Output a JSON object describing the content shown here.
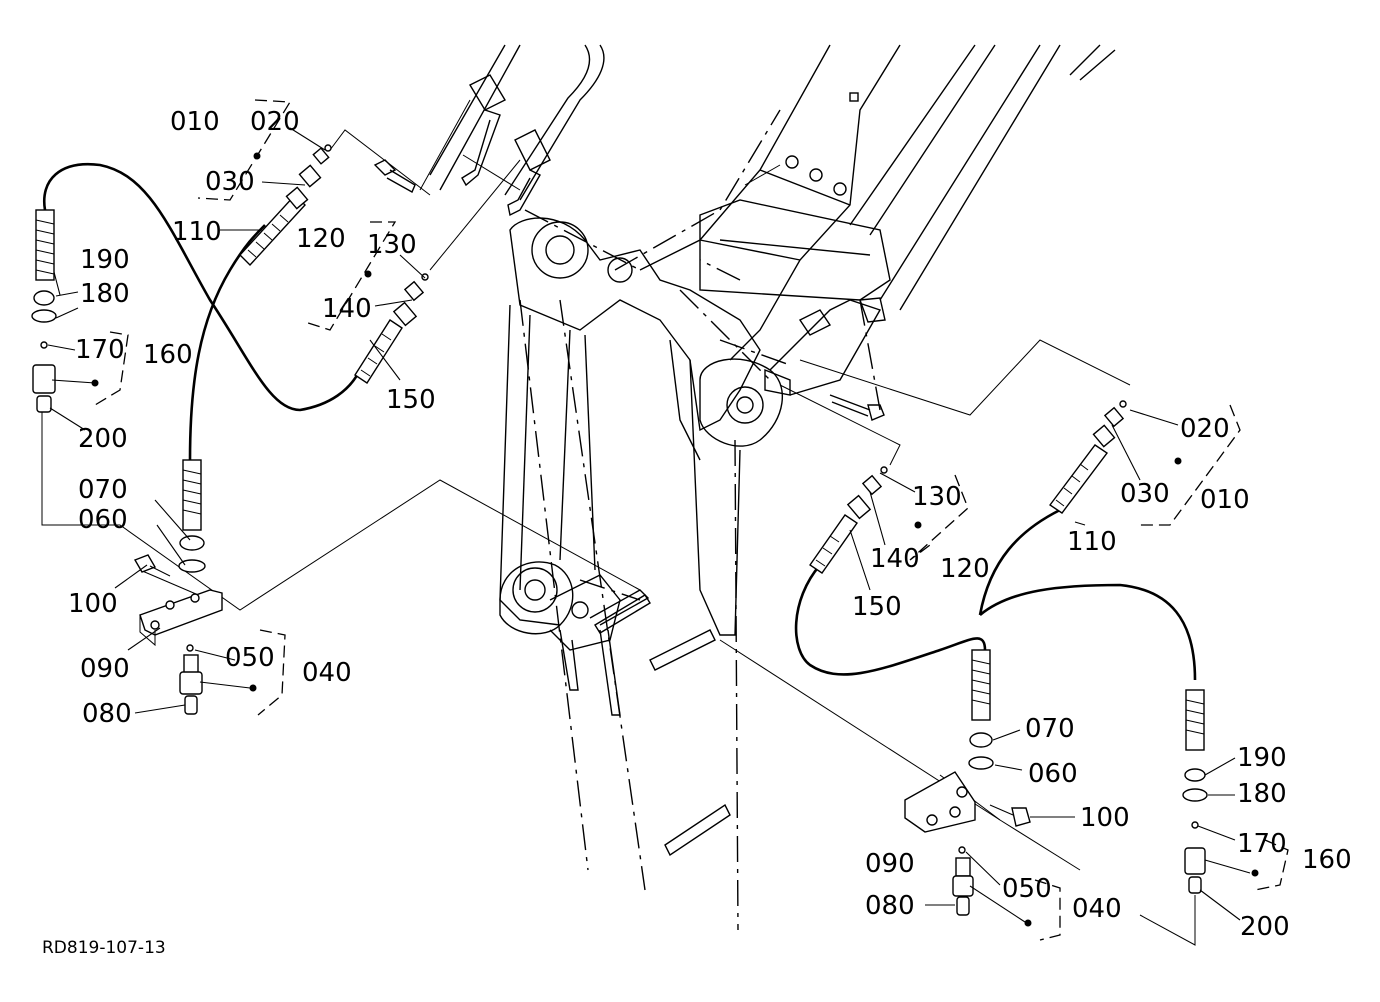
{
  "drawing_code": "RD819-107-13",
  "labels_left": {
    "p010": "010",
    "p020": "020",
    "p030": "030",
    "p110": "110",
    "p120": "120",
    "p130": "130",
    "p140": "140",
    "p150": "150",
    "p190": "190",
    "p180": "180",
    "p170": "170",
    "p160": "160",
    "p200": "200",
    "p070": "070",
    "p060": "060",
    "p100": "100",
    "p090": "090",
    "p050": "050",
    "p040": "040",
    "p080": "080"
  },
  "labels_right": {
    "p020": "020",
    "p030": "030",
    "p010": "010",
    "p130": "130",
    "p140": "140",
    "p120": "120",
    "p110": "110",
    "p150": "150",
    "p070": "070",
    "p060": "060",
    "p100": "100",
    "p190": "190",
    "p180": "180",
    "p170": "170",
    "p160": "160",
    "p090": "090",
    "p050": "050",
    "p040": "040",
    "p080": "080",
    "p200": "200"
  }
}
